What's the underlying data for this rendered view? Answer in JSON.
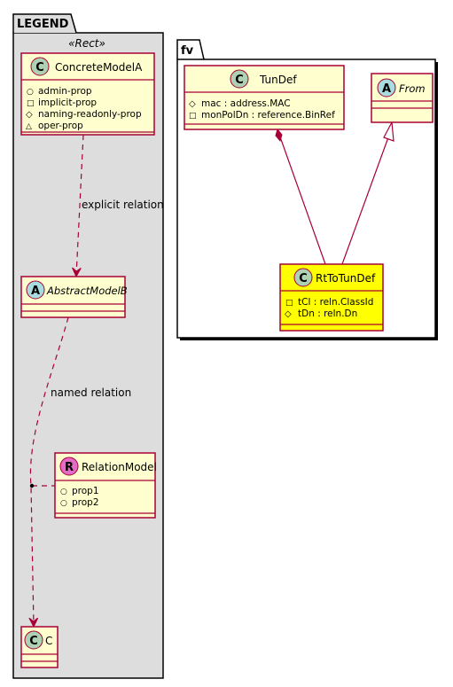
{
  "legend": {
    "title": "LEGEND",
    "stereotype": "«Rect»",
    "concrete_class": {
      "badge": "C",
      "name": "ConcreteModelA",
      "members": [
        {
          "vis": "○",
          "text": "admin-prop"
        },
        {
          "vis": "□",
          "text": "implicit-prop"
        },
        {
          "vis": "◇",
          "text": "naming-readonly-prop"
        },
        {
          "vis": "△",
          "text": "oper-prop"
        }
      ]
    },
    "abstract_class": {
      "badge": "A",
      "name": "AbstractModelB"
    },
    "relation_class": {
      "badge": "R",
      "name": "RelationModel",
      "members": [
        {
          "vis": "○",
          "text": "prop1"
        },
        {
          "vis": "○",
          "text": "prop2"
        }
      ]
    },
    "target_class": {
      "badge": "C",
      "name": "C"
    },
    "explicit_relation_label": "explicit relation",
    "named_relation_label": "named relation"
  },
  "fv": {
    "title": "fv",
    "tundef": {
      "badge": "C",
      "name": "TunDef",
      "members": [
        {
          "vis": "◇",
          "text": "mac : address.MAC"
        },
        {
          "vis": "□",
          "text": "monPolDn : reference.BinRef"
        }
      ]
    },
    "from": {
      "badge": "A",
      "name": "From"
    },
    "rttotundef": {
      "badge": "C",
      "name": "RtToTunDef",
      "members": [
        {
          "vis": "□",
          "text": "tCl : reln.ClassId"
        },
        {
          "vis": "◇",
          "text": "tDn : reln.Dn"
        }
      ]
    }
  },
  "colors": {
    "class_fill": "#FEFECE",
    "highlight_fill": "#FFFF00",
    "border": "#A80036",
    "package_fill": "#DDDDDD",
    "badge_c": "#ADD1B2",
    "badge_a": "#A9DCDF",
    "badge_r": "#E46CC6"
  }
}
